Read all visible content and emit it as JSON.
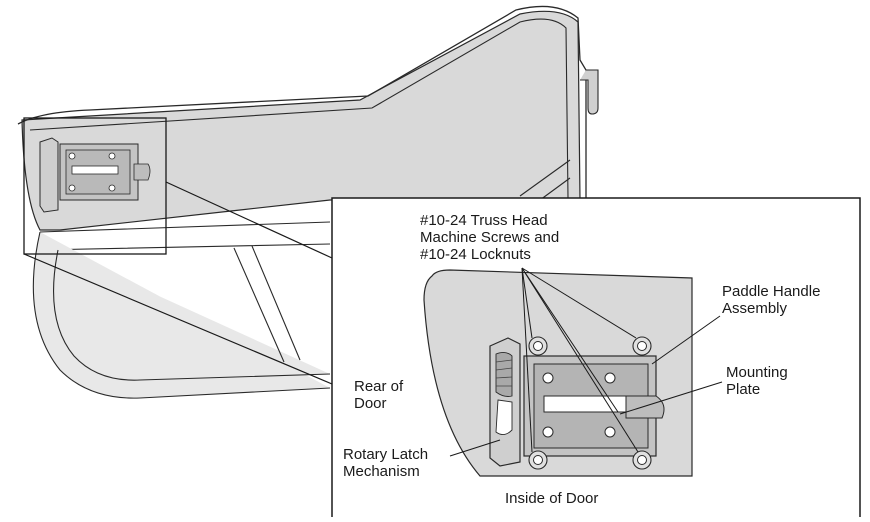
{
  "callouts": {
    "screws_and_locknuts": "#10-24 Truss Head\nMachine Screws and\n#10-24 Locknuts",
    "paddle_handle": "Paddle Handle\nAssembly",
    "mounting_plate": "Mounting\nPlate",
    "rear_of_door": "Rear of\nDoor",
    "rotary_latch": "Rotary Latch\nMechanism",
    "inside_of_door": "Inside of Door"
  },
  "colors": {
    "door_panel": "#d9d9d9",
    "door_panel_light": "#e4e4e4",
    "outline": "#2a2a2a",
    "frame_tube": "#cfcfcf",
    "hardware": "#bdbdbd"
  }
}
